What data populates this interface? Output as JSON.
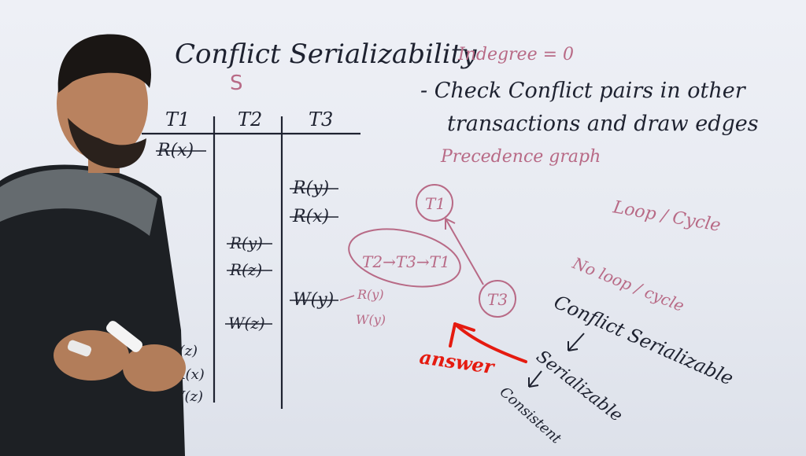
{
  "board": {
    "title": "Conflict Serializability",
    "schedule_label": "S",
    "note_indegree": "Indegree = 0",
    "bullet": "- Check Conflict pairs in other",
    "bullet_cont": "transactions and draw edges",
    "graph_label": "Precedence graph",
    "loop_label": "Loop / Cycle",
    "no_loop_label": "No loop / cycle",
    "conflict_label": "Conflict Serializable",
    "serializable_label": "Serializable",
    "consistent_label": "Consistent",
    "answer_label": "answer"
  },
  "schedule_table": {
    "headers": [
      "T1",
      "T2",
      "T3"
    ],
    "t1_ops": [
      "R(x)",
      "R(z)",
      "R(x)",
      "W(z)"
    ],
    "t2_ops": [
      "R(y)",
      "R(z)",
      "W(z)"
    ],
    "t3_ops": [
      "R(y)",
      "R(x)",
      "W(y)"
    ],
    "side_notes": [
      "R(y)",
      "W(y)"
    ]
  },
  "graph": {
    "nodes": [
      "T1",
      "T3"
    ],
    "order_chain": "T2→T3→T1"
  },
  "colors": {
    "ink": "#1e2230",
    "pink": "#b86a86",
    "red": "#e51b10",
    "board": "#e9ecf3"
  }
}
